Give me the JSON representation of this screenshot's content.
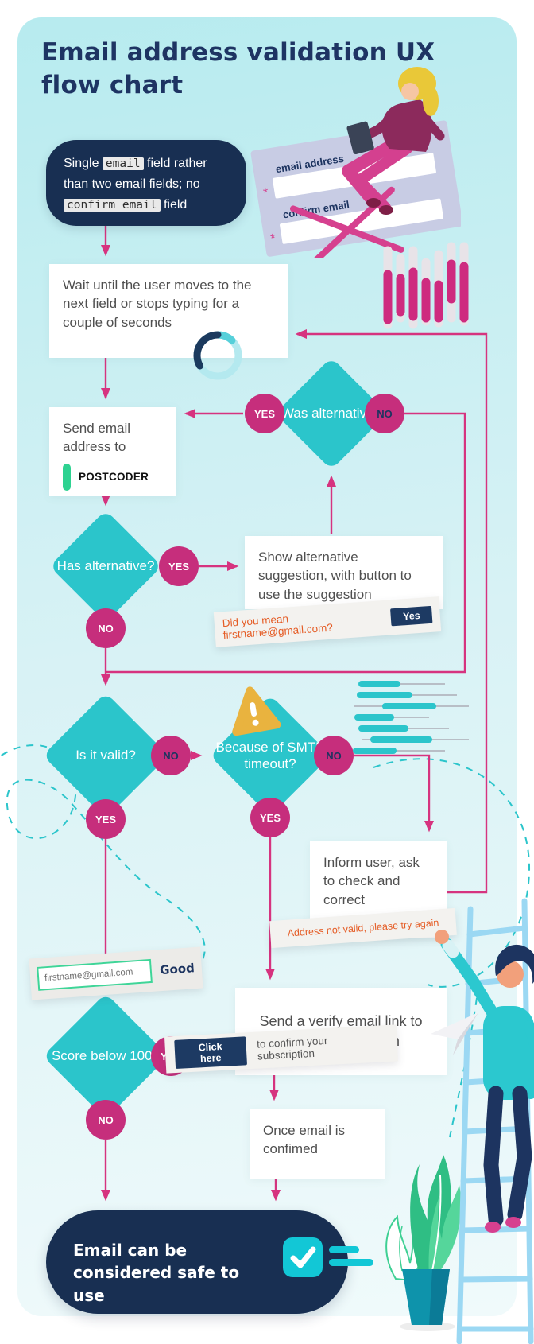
{
  "title": {
    "line1": "Email address validation UX",
    "line2": "flow chart"
  },
  "labels": {
    "yes": "YES",
    "no": "NO"
  },
  "start": {
    "pre1": "Single ",
    "chip1": "email",
    "post1": " field rather",
    "line2": "than two email fields; no",
    "chip2": "confirm email",
    "post2": " field"
  },
  "wait_box": {
    "text": "Wait until the user moves to the next field or stops typing for a couple of seconds"
  },
  "send_box": {
    "text": "Send email address to",
    "logo": "POSTCODER"
  },
  "decisions": {
    "was_alternative": "Was alternative?",
    "has_alternative": "Has alternative?",
    "is_valid": "Is it valid?",
    "smtp": "Because of SMTP timeout?",
    "score": "Score below 100?"
  },
  "show_box": {
    "text": "Show alternative suggestion, with button to use the suggestion"
  },
  "did_you_mean": {
    "text": "Did you mean firstname@gmail.com?",
    "button": "Yes"
  },
  "inform_box": {
    "text": "Inform user, ask to check and correct"
  },
  "address_banner": {
    "text": "Address not valid, please try again"
  },
  "good_banner": {
    "value": "firstname@gmail.com",
    "label": "Good"
  },
  "verify_box": {
    "text": "Send a verify email link to address to confirm"
  },
  "click_banner": {
    "button": "Click here",
    "text": "to confirm your subscription"
  },
  "once_box": {
    "text": "Once email is confimed"
  },
  "final": {
    "text": "Email can be considered safe to use"
  },
  "form_illustration": {
    "field1": "email address",
    "field2": "confirm email",
    "asterisk": "*"
  },
  "colors": {
    "teal": "#2bc5cb",
    "magenta": "#c62e7c",
    "line_pink": "#d6337f",
    "navy": "#1d3460",
    "dark_pill": "#182f52",
    "orange": "#e55c25",
    "green": "#2ed291",
    "gold": "#e9b33f",
    "check_teal": "#12c7d6"
  }
}
